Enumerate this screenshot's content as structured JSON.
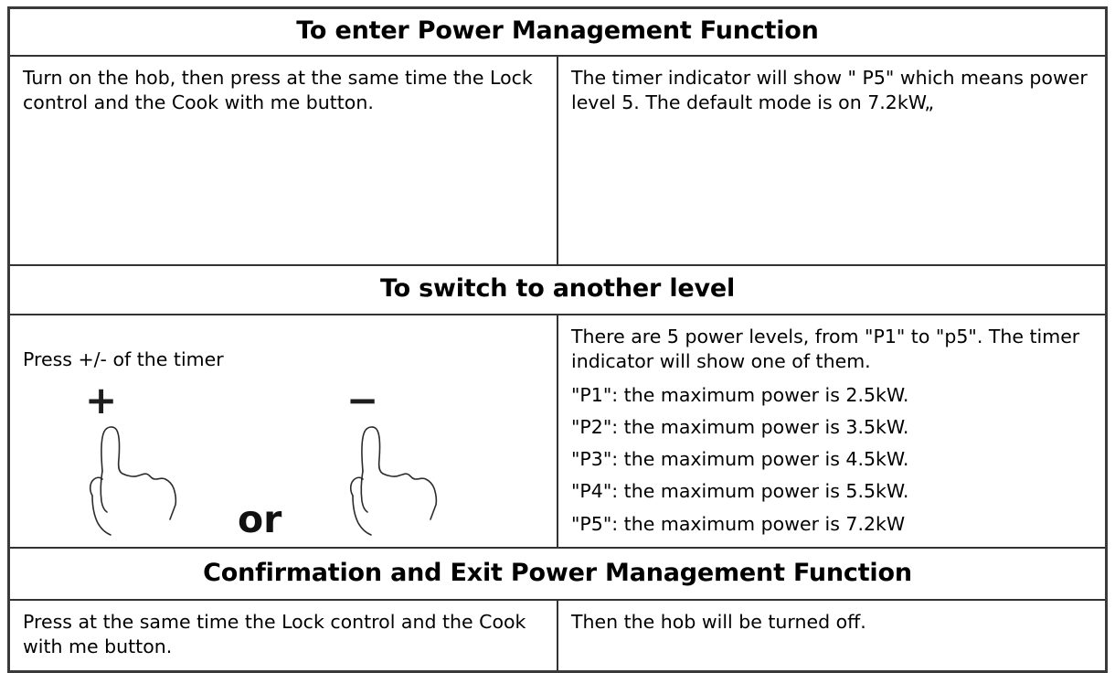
{
  "document": {
    "title": "Power Management Function",
    "text_color": "#000000",
    "border_color": "#333333",
    "background": "#ffffff"
  },
  "sections": [
    {
      "header": "To enter Power Management Function",
      "left": "Turn on the hob, then press at the same time the Lock control and the Cook with me button.",
      "right": "The timer indicator will show \" P5\" which means power level 5. The default mode is on 7.2kW„"
    },
    {
      "header": "To switch to another level",
      "left_instruction": "Press +/- of the timer",
      "plus_sign": "+",
      "minus_sign": "−",
      "or_label": "or",
      "hand_icon_name": "pointing-finger-hand",
      "right_intro": "There are 5 power levels, from \"P1\" to \"p5\". The timer indicator will show one of them.",
      "levels": [
        "\"P1\": the maximum power is 2.5kW.",
        "\"P2\": the maximum power is 3.5kW.",
        "\"P3\": the maximum power is 4.5kW.",
        "\"P4\": the maximum power is 5.5kW.",
        "\"P5\": the maximum power is 7.2kW"
      ]
    },
    {
      "header": "Confirmation and Exit Power Management Function",
      "left": "Press at the same time the Lock control and the Cook with me button.",
      "right": "Then the hob will be turned off."
    }
  ]
}
